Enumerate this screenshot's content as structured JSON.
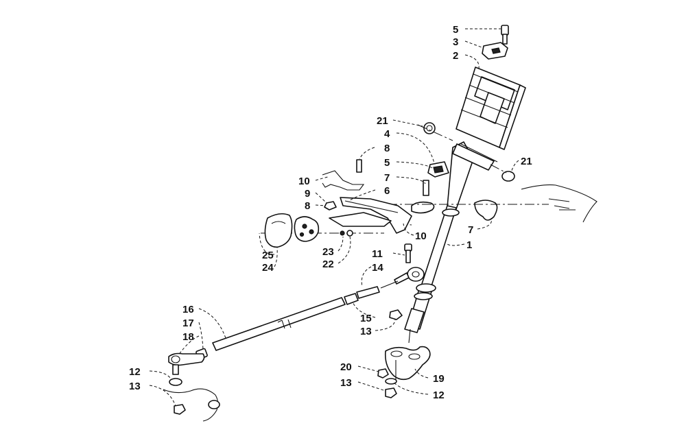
{
  "diagram": {
    "callouts": [
      {
        "id": "c5-top",
        "text": "5"
      },
      {
        "id": "c3",
        "text": "3"
      },
      {
        "id": "c2",
        "text": "2"
      },
      {
        "id": "c21-left",
        "text": "21"
      },
      {
        "id": "c4",
        "text": "4"
      },
      {
        "id": "c21-right",
        "text": "21"
      },
      {
        "id": "c8-top",
        "text": "8"
      },
      {
        "id": "c5-mid",
        "text": "5"
      },
      {
        "id": "c7-left",
        "text": "7"
      },
      {
        "id": "c6",
        "text": "6"
      },
      {
        "id": "c10-top",
        "text": "10"
      },
      {
        "id": "c9",
        "text": "9"
      },
      {
        "id": "c8-mid",
        "text": "8"
      },
      {
        "id": "c7-right",
        "text": "7"
      },
      {
        "id": "c10-right",
        "text": "10"
      },
      {
        "id": "c1",
        "text": "1"
      },
      {
        "id": "c23",
        "text": "23"
      },
      {
        "id": "c22",
        "text": "22"
      },
      {
        "id": "c25",
        "text": "25"
      },
      {
        "id": "c24",
        "text": "24"
      },
      {
        "id": "c11",
        "text": "11"
      },
      {
        "id": "c14",
        "text": "14"
      },
      {
        "id": "c16",
        "text": "16"
      },
      {
        "id": "c17",
        "text": "17"
      },
      {
        "id": "c18",
        "text": "18"
      },
      {
        "id": "c15",
        "text": "15"
      },
      {
        "id": "c13-mid",
        "text": "13"
      },
      {
        "id": "c12-left",
        "text": "12"
      },
      {
        "id": "c13-left",
        "text": "13"
      },
      {
        "id": "c20",
        "text": "20"
      },
      {
        "id": "c19",
        "text": "19"
      },
      {
        "id": "c13-bottom",
        "text": "13"
      },
      {
        "id": "c12-bottom",
        "text": "12"
      }
    ]
  }
}
